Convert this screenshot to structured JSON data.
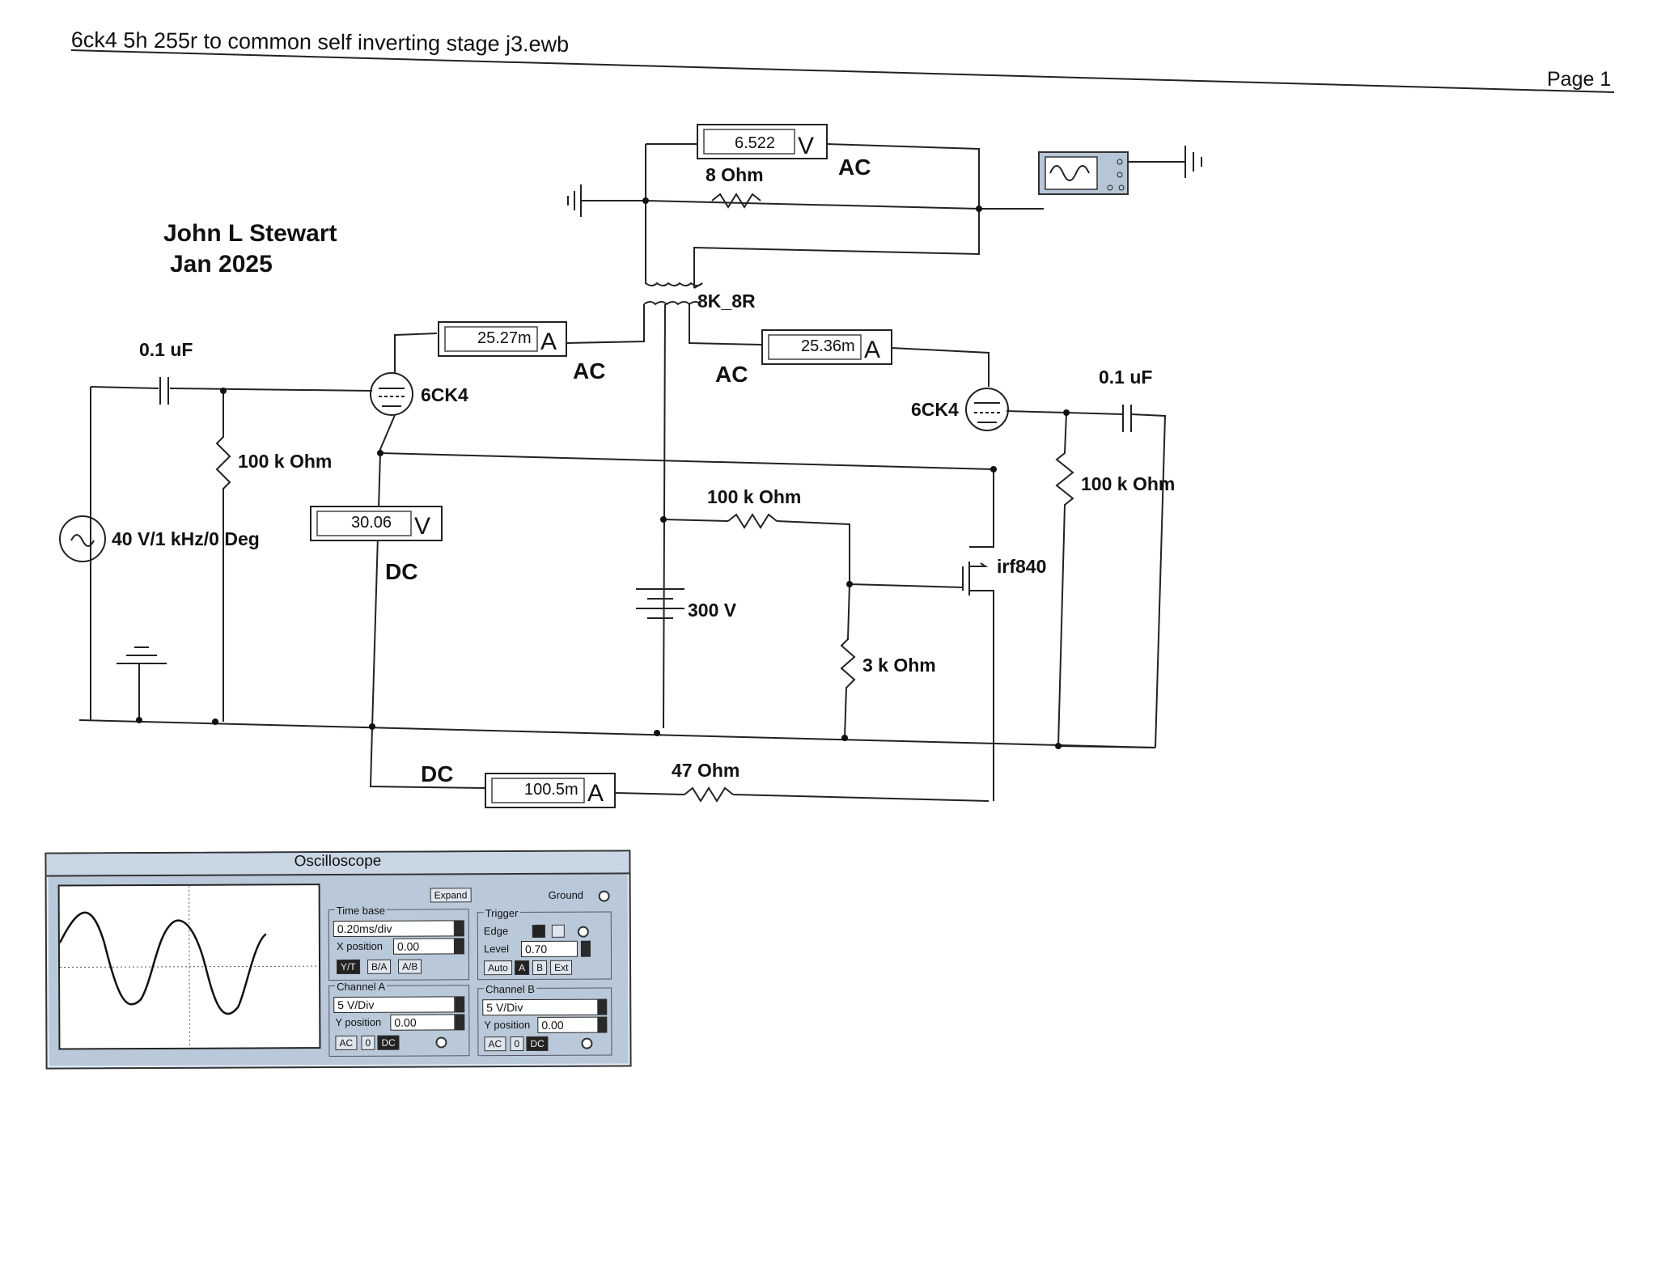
{
  "header": {
    "title": "6ck4 5h 255r to common self inverting stage j3.ewb",
    "page": "Page 1"
  },
  "author": {
    "name": "John L Stewart",
    "date": "Jan 2025"
  },
  "meters": {
    "output_voltage": {
      "value": "6.522",
      "unit": "V",
      "mode": "AC"
    },
    "left_plate_current": {
      "value": "25.27m",
      "unit": "A",
      "mode": "AC"
    },
    "right_plate_current": {
      "value": "25.36m",
      "unit": "A",
      "mode": "AC"
    },
    "cathode_voltage": {
      "value": "30.06",
      "unit": "V",
      "mode": "DC"
    },
    "supply_current": {
      "value": "100.5m",
      "unit": "A",
      "mode": "DC"
    }
  },
  "components": {
    "load": "8  Ohm",
    "transformer": "8K_8R",
    "cap_left": "0.1 uF",
    "cap_right": "0.1 uF",
    "grid_res_left": "100 k Ohm",
    "grid_res_right": "100 k Ohm",
    "tube_left": "6CK4",
    "tube_right": "6CK4",
    "source": "40 V/1 kHz/0 Deg",
    "gate_res": "100 k Ohm",
    "battery": "300 V",
    "mosfet": "irf840",
    "bias_res": "3 k Ohm",
    "shunt_res": "47  Ohm"
  },
  "oscilloscope": {
    "title": "Oscilloscope",
    "expand_label": "Expand",
    "ground_label": "Ground",
    "timebase": {
      "group_label": "Time base",
      "value": "0.20ms/div",
      "xpos_label": "X position",
      "xpos_value": "0.00",
      "mode_buttons": [
        "Y/T",
        "B/A",
        "A/B"
      ]
    },
    "trigger": {
      "group_label": "Trigger",
      "edge_label": "Edge",
      "level_label": "Level",
      "level_value": "0.70",
      "source_buttons": [
        "Auto",
        "A",
        "B",
        "Ext"
      ]
    },
    "channel_a": {
      "group_label": "Channel A",
      "value": "5  V/Div",
      "ypos_label": "Y position",
      "ypos_value": "0.00",
      "coupling": [
        "AC",
        "0",
        "DC"
      ]
    },
    "channel_b": {
      "group_label": "Channel B",
      "value": "5  V/Div",
      "ypos_label": "Y position",
      "ypos_value": "0.00",
      "coupling": [
        "AC",
        "0",
        "DC"
      ]
    }
  }
}
